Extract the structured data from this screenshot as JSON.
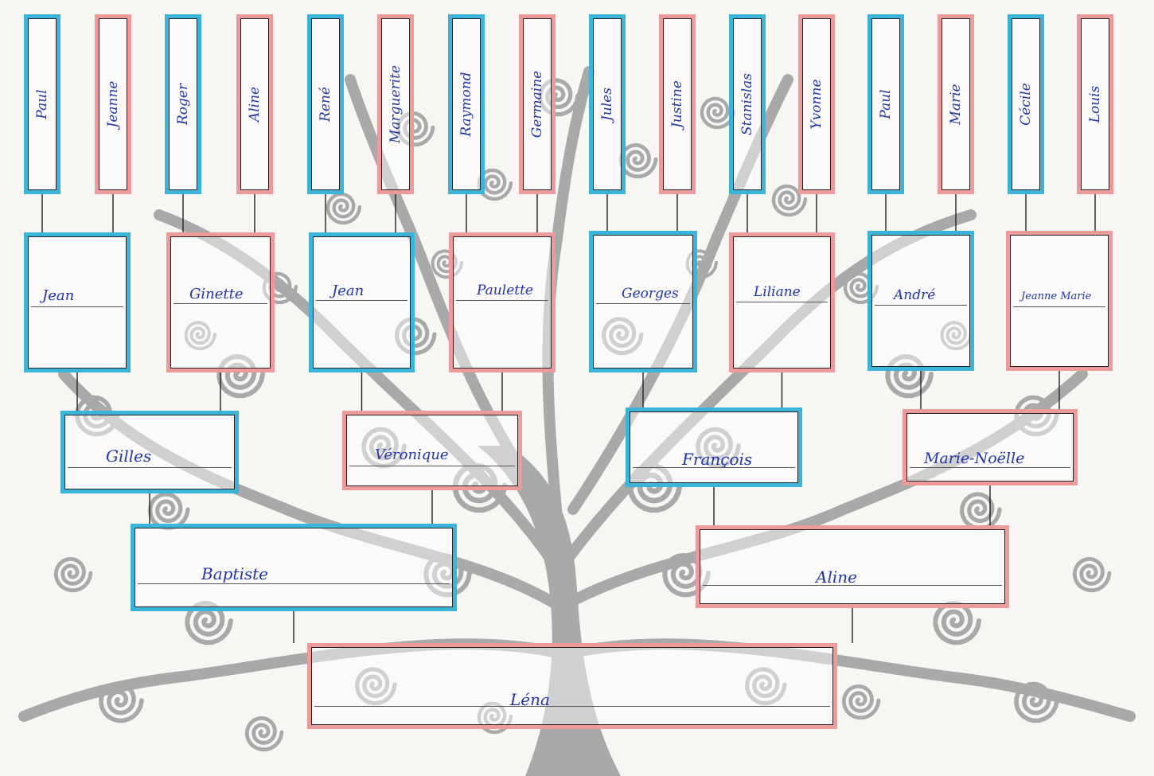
{
  "colors": {
    "male": "#3cb3d9",
    "female": "#ec9a9a",
    "ink": "#2036a8",
    "tree": "#a9a9a9"
  },
  "great_grandparents": [
    {
      "name": "Paul",
      "sex": "m"
    },
    {
      "name": "Jeanne",
      "sex": "f"
    },
    {
      "name": "Roger",
      "sex": "m"
    },
    {
      "name": "Aline",
      "sex": "f"
    },
    {
      "name": "René",
      "sex": "m"
    },
    {
      "name": "Marguerite",
      "sex": "f"
    },
    {
      "name": "Raymond",
      "sex": "m"
    },
    {
      "name": "Germaine",
      "sex": "f"
    },
    {
      "name": "Jules",
      "sex": "m"
    },
    {
      "name": "Justine",
      "sex": "f"
    },
    {
      "name": "Stanislas",
      "sex": "m"
    },
    {
      "name": "Yvonne",
      "sex": "f"
    },
    {
      "name": "Paul",
      "sex": "m"
    },
    {
      "name": "Marie",
      "sex": "f"
    },
    {
      "name": "Cécile",
      "sex": "m"
    },
    {
      "name": "Louis",
      "sex": "f"
    }
  ],
  "grandparents": [
    {
      "name": "Jean",
      "sex": "m"
    },
    {
      "name": "Ginette",
      "sex": "f"
    },
    {
      "name": "Jean",
      "sex": "m"
    },
    {
      "name": "Paulette",
      "sex": "f"
    },
    {
      "name": "Georges",
      "sex": "m"
    },
    {
      "name": "Liliane",
      "sex": "f"
    },
    {
      "name": "André",
      "sex": "m"
    },
    {
      "name": "Jeanne Marie",
      "sex": "f"
    }
  ],
  "parents_generation": [
    {
      "name": "Gilles",
      "sex": "m"
    },
    {
      "name": "Véronique",
      "sex": "f"
    },
    {
      "name": "François",
      "sex": "m"
    },
    {
      "name": "Marie-Noëlle",
      "sex": "f"
    }
  ],
  "parents": [
    {
      "name": "Baptiste",
      "sex": "m"
    },
    {
      "name": "Aline",
      "sex": "f"
    }
  ],
  "child": {
    "name": "Léna",
    "sex": "f"
  }
}
